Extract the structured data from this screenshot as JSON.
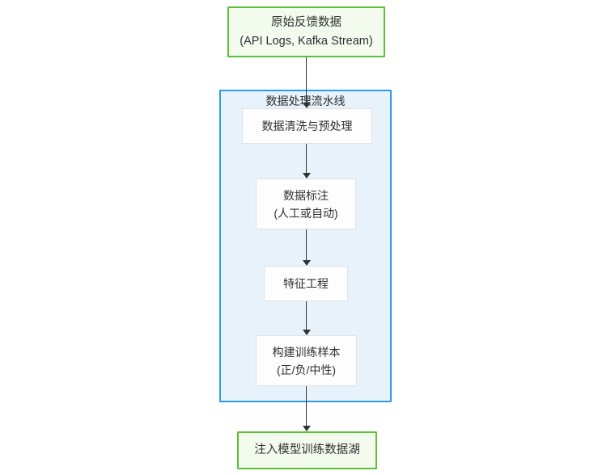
{
  "diagram": {
    "type": "flowchart",
    "direction": "top-down",
    "subgraph": {
      "title": "数据处理流水线"
    },
    "nodes": {
      "source": {
        "line1": "原始反馈数据",
        "line2": "(API Logs, Kafka Stream)"
      },
      "clean": {
        "line1": "数据清洗与预处理"
      },
      "label": {
        "line1": "数据标注",
        "line2": "(人工或自动)"
      },
      "feature": {
        "line1": "特征工程"
      },
      "sample": {
        "line1": "构建训练样本",
        "line2": "(正/负/中性)"
      },
      "sink": {
        "line1": "注入模型训练数据湖"
      }
    },
    "edges": [
      {
        "from": "source",
        "to": "clean"
      },
      {
        "from": "clean",
        "to": "label"
      },
      {
        "from": "label",
        "to": "feature"
      },
      {
        "from": "feature",
        "to": "sample"
      },
      {
        "from": "sample",
        "to": "sink"
      }
    ],
    "colors": {
      "green_border": "#5bc236",
      "green_fill": "#f3fbef",
      "blue_border": "#2f9bf0",
      "blue_fill": "#e7f2fb",
      "node_border": "#dce3e8",
      "node_fill": "#fdfdfd",
      "arrow": "#333333",
      "text": "#2f2f2f"
    }
  }
}
